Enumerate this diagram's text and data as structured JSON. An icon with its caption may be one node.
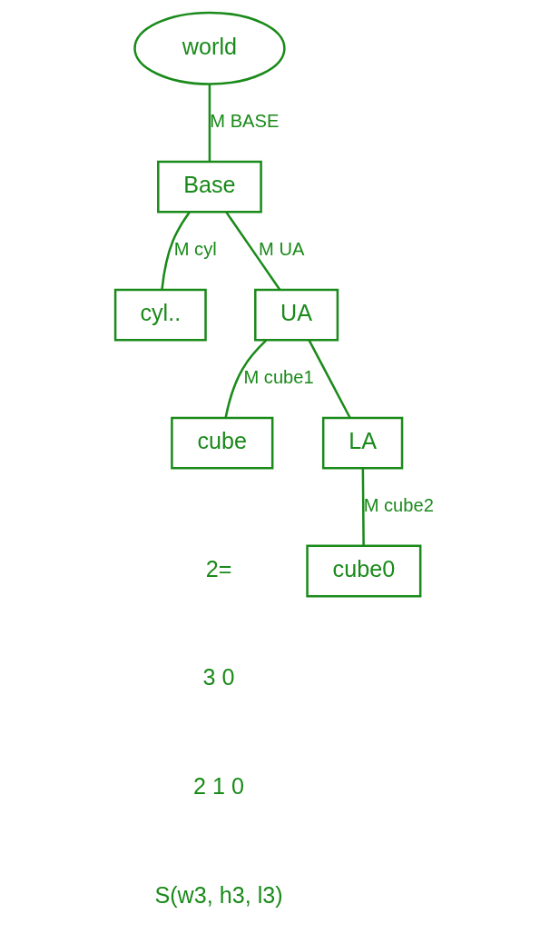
{
  "diagram": {
    "nodes": [
      {
        "text": [
          "world"
        ]
      },
      {
        "text": [
          "Base"
        ]
      },
      {
        "text": [
          "cyl.."
        ]
      },
      {
        "text": [
          "UA"
        ]
      },
      {
        "text": [
          "cube"
        ]
      },
      {
        "text": [
          "LA"
        ]
      },
      {
        "text": [
          "cube0"
        ]
      }
    ],
    "edges": [
      {
        "from": 0,
        "to": 1,
        "arrow": "none",
        "label": "M BASE"
      },
      {
        "from": 1,
        "to": 2,
        "arrow": "none",
        "label": "M cyl"
      },
      {
        "from": 1,
        "to": 3,
        "arrow": "none",
        "label": "M UA"
      },
      {
        "from": 3,
        "to": 4,
        "arrow": "none",
        "label": "M cube1"
      },
      {
        "from": 3,
        "to": 5,
        "arrow": "none"
      },
      {
        "from": 5,
        "to": 6,
        "arrow": "none",
        "label": "M cube2"
      }
    ],
    "labels": [
      "2=",
      "3 0",
      "2 1 0",
      "S(w3, h3, l3)"
    ]
  }
}
